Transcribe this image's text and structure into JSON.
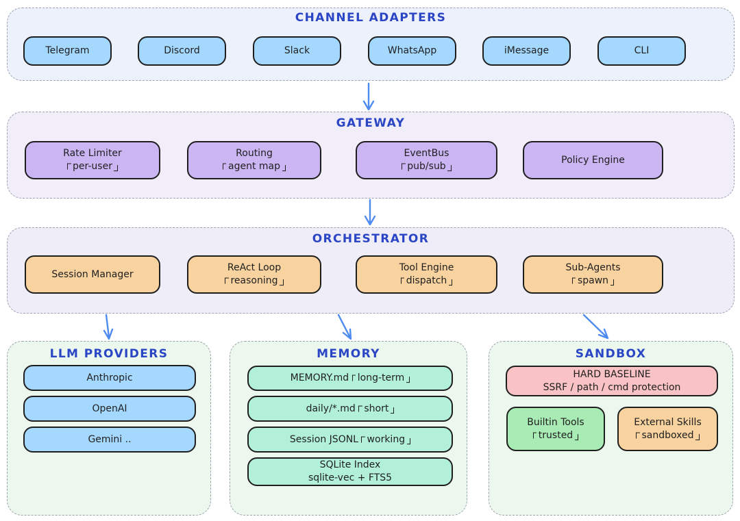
{
  "colors": {
    "title": "#2b46c5",
    "arrow": "#4e8bf0",
    "text": "#1e1e1e",
    "node-border": "#1e1e1e",
    "panel-border": "#9aa3ae",
    "panel-blue": "#edf1fb",
    "panel-violet": "#f1eefa",
    "panel-lav": "#efedf8",
    "panel-green": "#ecf7ee",
    "node-blue": "#a5d8ff",
    "node-violet": "#cbb6f3",
    "node-orange": "#f8d3a0",
    "node-mint": "#b2f0da",
    "node-pink": "#f9c2c5",
    "node-green": "#a8ebb4"
  },
  "sections": {
    "channel_adapters": {
      "title": "CHANNEL ADAPTERS",
      "nodes": [
        "Telegram",
        "Discord",
        "Slack",
        "WhatsApp",
        "iMessage",
        "CLI"
      ]
    },
    "gateway": {
      "title": "GATEWAY",
      "nodes": [
        {
          "line1": "Rate Limiter",
          "line2": "「per-user」"
        },
        {
          "line1": "Routing",
          "line2": "「agent map」"
        },
        {
          "line1": "EventBus",
          "line2": "「pub/sub」"
        },
        {
          "line1": "Policy Engine",
          "line2": ""
        }
      ]
    },
    "orchestrator": {
      "title": "ORCHESTRATOR",
      "nodes": [
        {
          "line1": "Session Manager",
          "line2": ""
        },
        {
          "line1": "ReAct Loop",
          "line2": "「reasoning」"
        },
        {
          "line1": "Tool Engine",
          "line2": "「dispatch」"
        },
        {
          "line1": "Sub-Agents",
          "line2": "「spawn」"
        }
      ]
    },
    "llm_providers": {
      "title": "LLM PROVIDERS",
      "nodes": [
        "Anthropic",
        "OpenAI",
        "Gemini .."
      ]
    },
    "memory": {
      "title": "MEMORY",
      "nodes": [
        {
          "line1": "MEMORY.md 「long-term」",
          "line2": ""
        },
        {
          "line1": "daily/*.md 「short」",
          "line2": ""
        },
        {
          "line1": "Session JSONL 「working」",
          "line2": ""
        },
        {
          "line1": "SQLite Index",
          "line2": "sqlite-vec + FTS5"
        }
      ]
    },
    "sandbox": {
      "title": "SANDBOX",
      "nodes": [
        {
          "line1": "HARD BASELINE",
          "line2": "SSRF / path / cmd protection"
        },
        {
          "line1": "Builtin Tools",
          "line2": "「trusted」"
        },
        {
          "line1": "External Skills",
          "line2": "「sandboxed」"
        }
      ]
    }
  },
  "arrows": [
    {
      "from": "channel-adapters",
      "to": "gateway"
    },
    {
      "from": "gateway",
      "to": "orchestrator"
    },
    {
      "from": "orchestrator",
      "to": "llm-providers"
    },
    {
      "from": "orchestrator",
      "to": "memory"
    },
    {
      "from": "orchestrator",
      "to": "sandbox"
    }
  ]
}
